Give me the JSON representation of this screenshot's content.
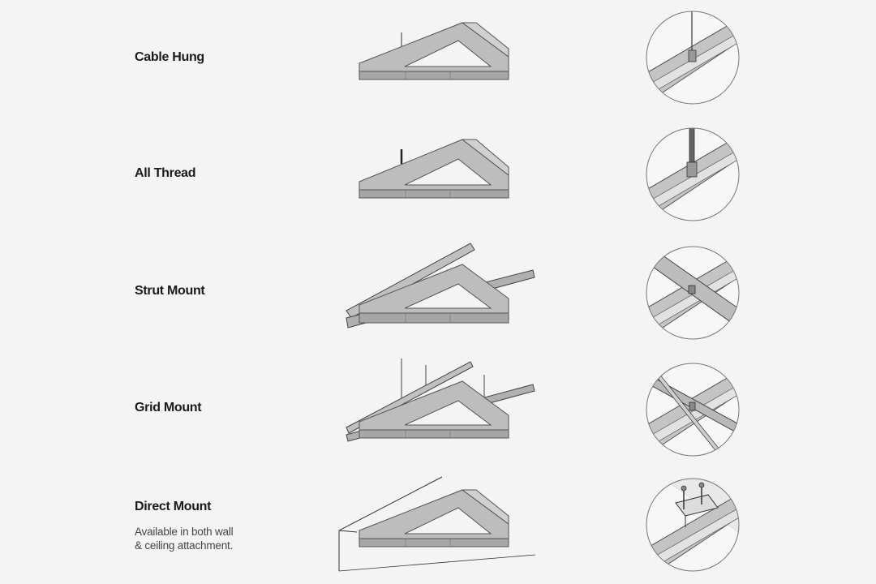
{
  "mounts": [
    {
      "label": "Cable Hung",
      "icon": "cable-hung-fixture-icon",
      "detail_icon": "cable-hung-detail-icon"
    },
    {
      "label": "All Thread",
      "icon": "all-thread-fixture-icon",
      "detail_icon": "all-thread-detail-icon"
    },
    {
      "label": "Strut Mount",
      "icon": "strut-mount-fixture-icon",
      "detail_icon": "strut-mount-detail-icon"
    },
    {
      "label": "Grid Mount",
      "icon": "grid-mount-fixture-icon",
      "detail_icon": "grid-mount-detail-icon"
    },
    {
      "label": "Direct Mount",
      "icon": "direct-mount-fixture-icon",
      "detail_icon": "direct-mount-detail-icon",
      "note_line1": "Available in both wall",
      "note_line2": "& ceiling attachment."
    }
  ],
  "colors": {
    "background": "#f4f4f4",
    "fixture_top": "#bdbdbd",
    "fixture_side": "#9e9e9e",
    "fixture_inner": "#d6d6d6",
    "outline": "#555555"
  }
}
